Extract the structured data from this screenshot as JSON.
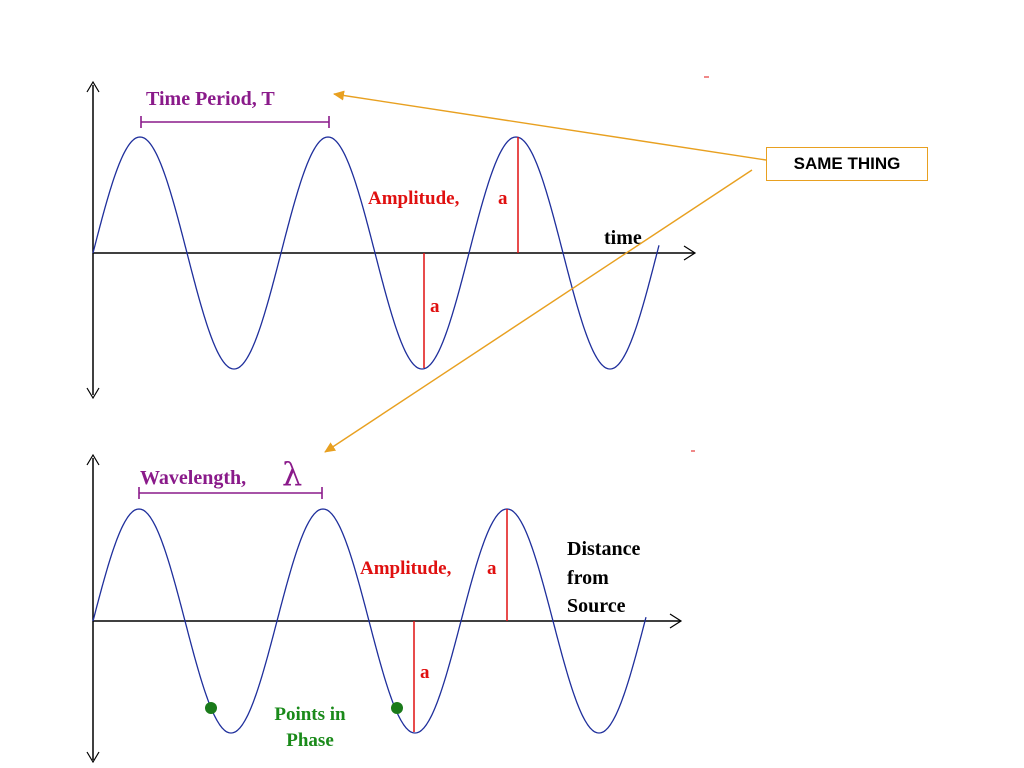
{
  "colors": {
    "wave": "#1f2f9c",
    "axis": "#000000",
    "amplitude": "#e01010",
    "purple_label": "#8a1a8a",
    "green_label": "#1a8a1a",
    "arrow": "#e8a020"
  },
  "top_diagram": {
    "period_label": "Time Period, T",
    "amplitude_label": "Amplitude,",
    "amp_a_upper": "a",
    "amp_a_lower": "a",
    "x_axis_label": "time"
  },
  "bottom_diagram": {
    "wavelength_label": "Wavelength,",
    "lambda_symbol": "λ",
    "amplitude_label": "Amplitude,",
    "amp_a_upper": "a",
    "amp_a_lower": "a",
    "x_axis_label_lines": [
      "Distance",
      "from",
      "Source"
    ],
    "phase_label_lines": [
      "Points in",
      "Phase"
    ]
  },
  "callout": {
    "label": "SAME THING"
  }
}
